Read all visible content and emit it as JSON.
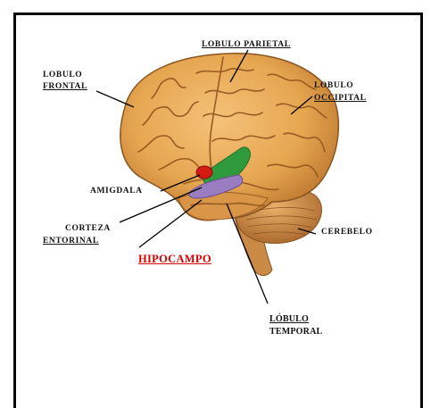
{
  "labels": {
    "lobulo_parietal": "LOBULO PARIETAL",
    "lobulo_frontal_1": "LOBULO",
    "lobulo_frontal_2": "FRONTAL",
    "lobulo_occipital_1": "LOBULO",
    "lobulo_occipital_2": "OCCIPITAL",
    "amigdala": "AMIGDALA",
    "corteza_1": "CORTEZA",
    "corteza_2": "ENTORINAL",
    "cerebelo": "CEREBELO",
    "hipocampo": "HIPOCAMPO",
    "lobulo_temporal_1": "LÓBULO",
    "lobulo_temporal_2": "TEMPORAL"
  },
  "colors": {
    "brain": "#e6a650",
    "brain_dark": "#b5702a",
    "hipocampo_text": "#d90000",
    "hippocampus_green": "#2f9a3c",
    "entorhinal_purple": "#9a7cc0",
    "amygdala_red": "#d41a12"
  }
}
